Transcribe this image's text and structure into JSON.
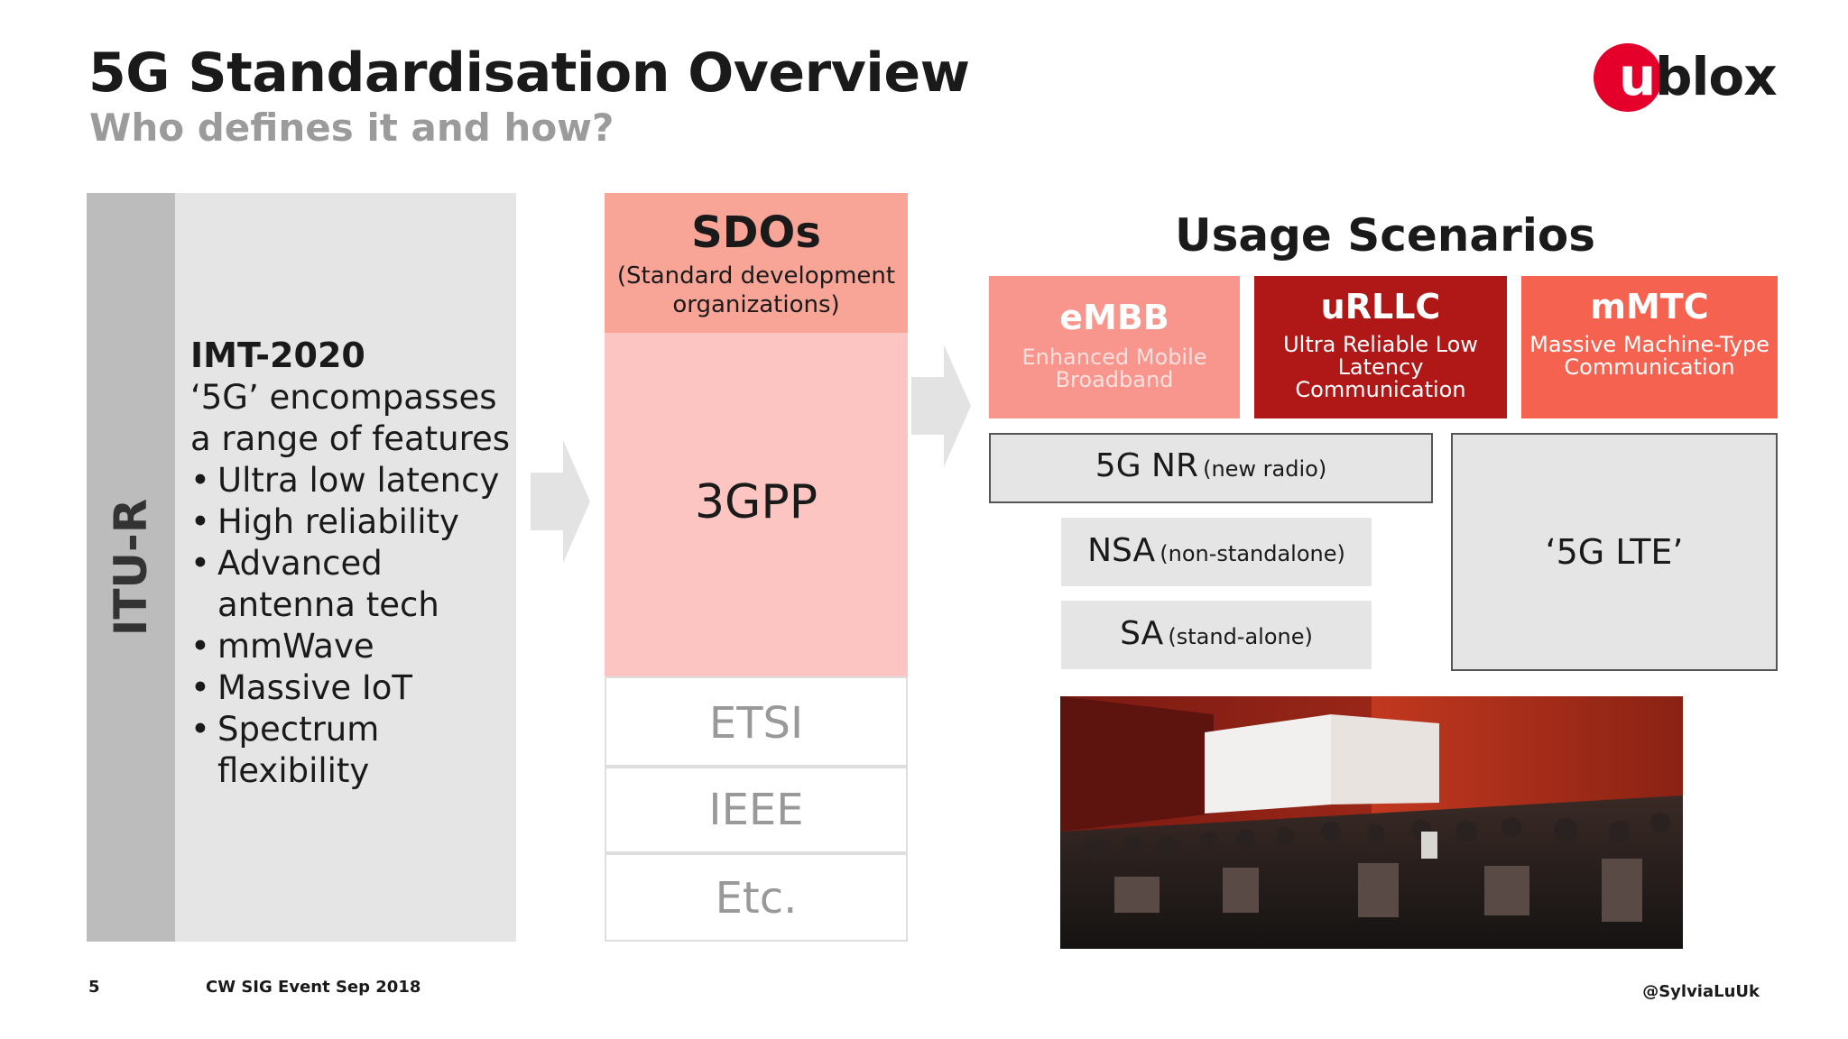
{
  "header": {
    "title": "5G Standardisation Overview",
    "subtitle": "Who defines it and how?"
  },
  "logo": {
    "u": "u",
    "rest": "blox"
  },
  "itu": {
    "label": "ITU-R",
    "heading": "IMT-2020",
    "description": "‘5G’ encompasses a range of features",
    "features": [
      "Ultra low latency",
      "High reliability",
      "Advanced antenna tech",
      "mmWave",
      "Massive IoT",
      "Spectrum flexibility"
    ]
  },
  "sdo": {
    "title": "SDOs",
    "subtitle": "(Standard development organizations)",
    "primary": "3GPP",
    "others": [
      "ETSI",
      "IEEE",
      "Etc."
    ]
  },
  "usage": {
    "title": "Usage Scenarios",
    "scenarios": [
      {
        "name": "eMBB",
        "desc": "Enhanced Mobile Broadband"
      },
      {
        "name": "uRLLC",
        "desc": "Ultra Reliable Low Latency Communication"
      },
      {
        "name": "mMTC",
        "desc": "Massive Machine-Type Communication"
      }
    ],
    "nr": {
      "main": "5G NR",
      "note": "(new radio)"
    },
    "nsa": {
      "main": "NSA",
      "note": "(non-standalone)"
    },
    "sa": {
      "main": "SA",
      "note": "(stand-alone)"
    },
    "lte": "‘5G LTE’"
  },
  "colors": {
    "accent_red": "#e4002b",
    "sdo_header": "#f8a598",
    "sdo_3gpp": "#fcc5c1",
    "embb": "#f8958d",
    "urllc": "#b01818",
    "mmtc": "#f5624f"
  },
  "footer": {
    "page": "5",
    "event": "CW SIG Event Sep 2018",
    "handle": "@SylviaLuUk"
  }
}
